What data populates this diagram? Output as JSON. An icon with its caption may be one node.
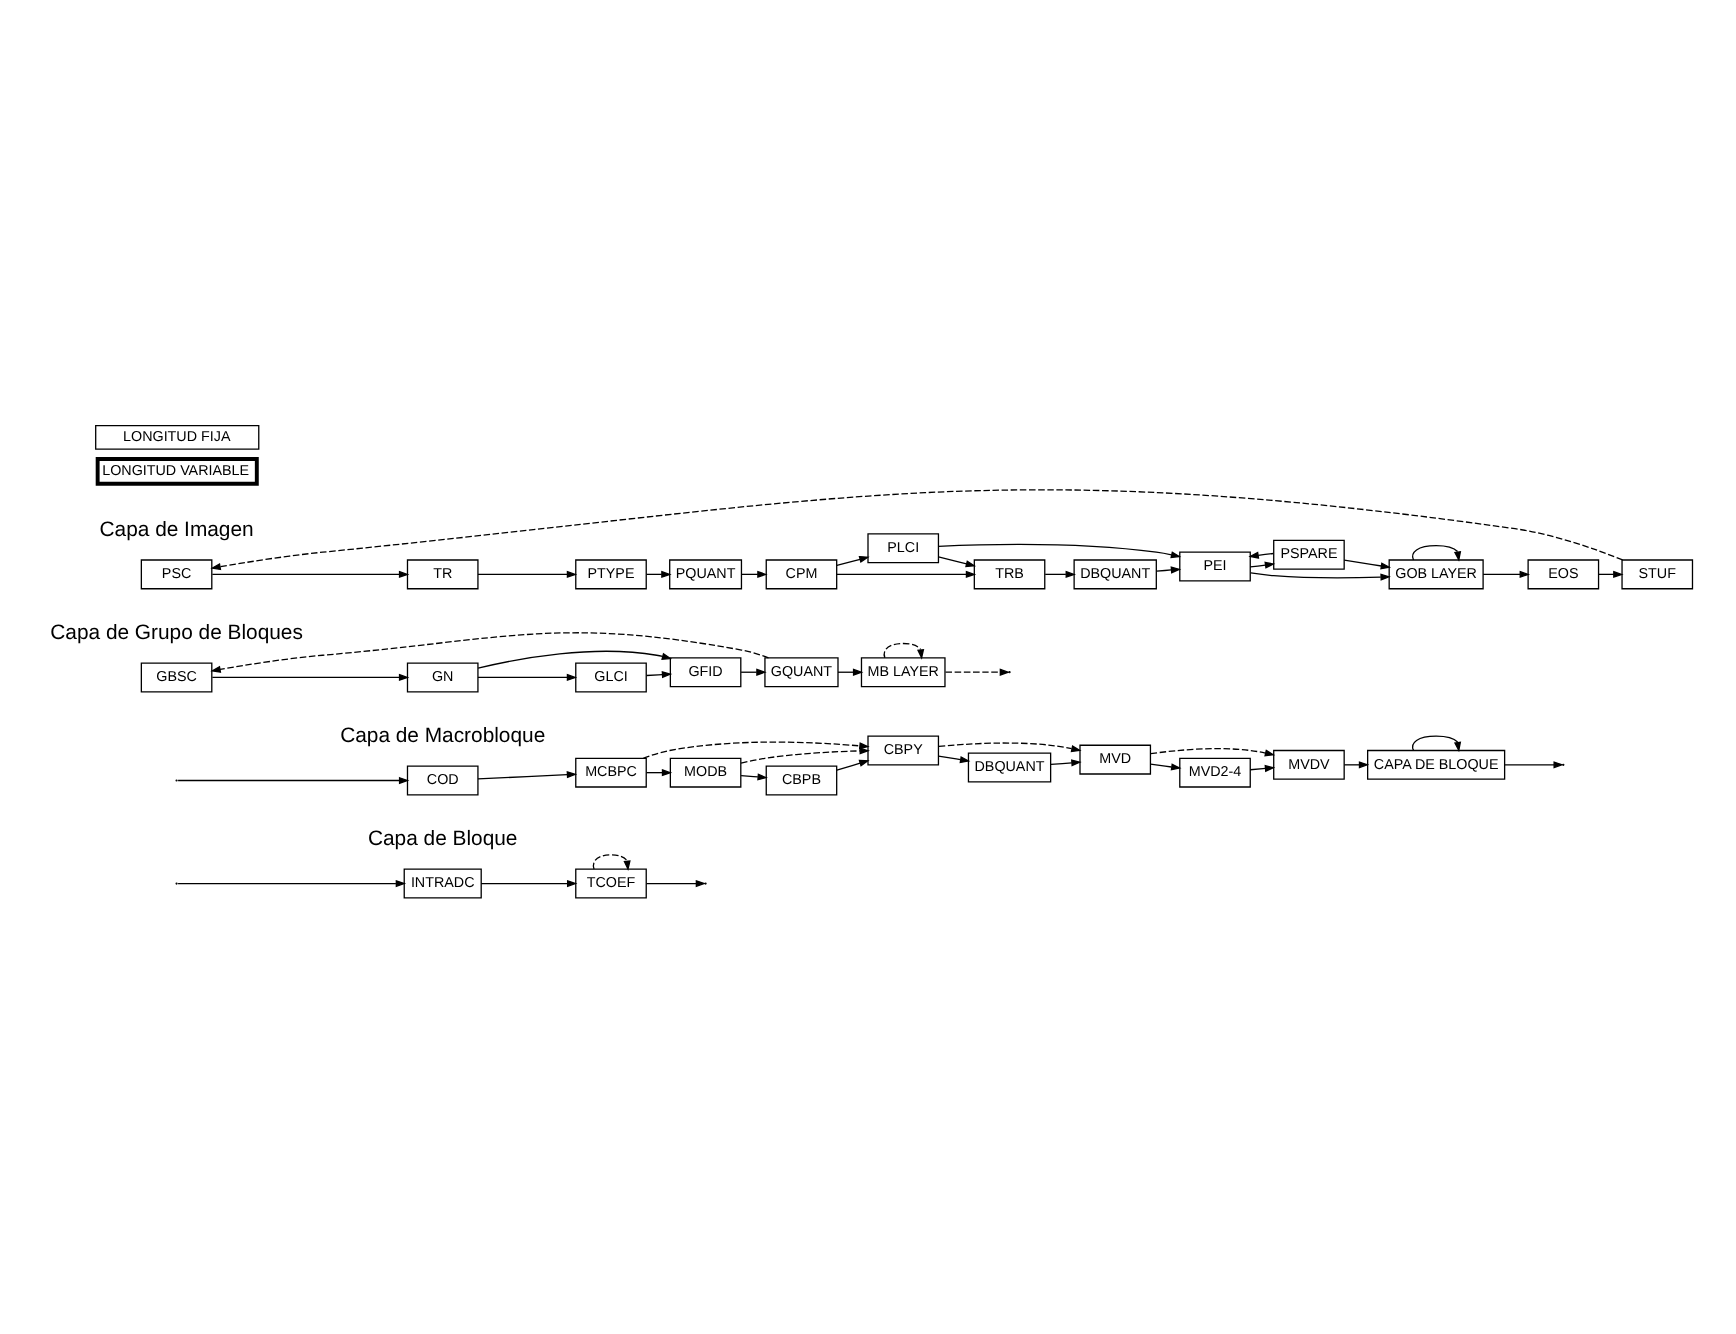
{
  "diagram": {
    "nodes": [
      {
        "text": [
          "PSC"
        ]
      },
      {
        "text": [
          "TR"
        ]
      },
      {
        "text": [
          "PTYPE"
        ]
      },
      {
        "text": [
          "PQUANT"
        ]
      },
      {
        "text": [
          "CPM"
        ]
      },
      {
        "text": [
          "PLCI"
        ]
      },
      {
        "text": [
          "TRB"
        ]
      },
      {
        "text": [
          "DBQUANT"
        ]
      },
      {
        "text": [
          "PEI"
        ]
      },
      {
        "text": [
          "PSPARE"
        ]
      },
      {
        "text": [
          "GOB LAYER"
        ]
      },
      {
        "text": [
          "EOS"
        ]
      },
      {
        "text": [
          "STUF"
        ]
      },
      {
        "text": [
          "GBSC"
        ]
      },
      {
        "text": [
          "GN"
        ]
      },
      {
        "text": [
          "GLCI"
        ]
      },
      {
        "text": [
          "GFID"
        ]
      },
      {
        "text": [
          "GQUANT"
        ]
      },
      {
        "text": [
          "MB LAYER"
        ]
      },
      {
        "text": [
          "COD"
        ]
      },
      {
        "text": [
          "MCBPC"
        ]
      },
      {
        "text": [
          "MODB"
        ]
      },
      {
        "text": [
          "CBPB"
        ]
      },
      {
        "text": [
          "CBPY"
        ]
      },
      {
        "text": [
          "DBQUANT"
        ]
      },
      {
        "text": [
          "MVD"
        ]
      },
      {
        "text": [
          "MVD2-4"
        ]
      },
      {
        "text": [
          "MVDV"
        ]
      },
      {
        "text": [
          "CAPA DE BLOQUE"
        ]
      },
      {
        "text": [
          "INTRADC"
        ]
      },
      {
        "text": [
          "TCOEF"
        ]
      }
    ],
    "edges": [
      {
        "from": 12,
        "to": 0,
        "arrow": "to",
        "style": "dashed"
      },
      {
        "from": 0,
        "to": 1,
        "arrow": "to"
      },
      {
        "from": 1,
        "to": 2,
        "arrow": "to"
      },
      {
        "from": 2,
        "to": 3,
        "arrow": "to"
      },
      {
        "from": 3,
        "to": 4,
        "arrow": "to"
      },
      {
        "from": 4,
        "to": 5,
        "arrow": "to"
      },
      {
        "from": 4,
        "to": 6,
        "arrow": "to"
      },
      {
        "from": 5,
        "to": 6,
        "arrow": "to"
      },
      {
        "from": 5,
        "to": 8,
        "arrow": "to"
      },
      {
        "from": 6,
        "to": 7,
        "arrow": "to"
      },
      {
        "from": 7,
        "to": 8,
        "arrow": "to"
      },
      {
        "from": 8,
        "to": 9,
        "arrow": "to"
      },
      {
        "from": 9,
        "to": 8,
        "arrow": "to"
      },
      {
        "from": 8,
        "to": 10,
        "arrow": "to"
      },
      {
        "from": 9,
        "to": 10,
        "arrow": "to"
      },
      {
        "from": 10,
        "to": 10,
        "arrow": "to"
      },
      {
        "from": 10,
        "to": 11,
        "arrow": "to"
      },
      {
        "from": 11,
        "to": 12,
        "arrow": "to"
      },
      {
        "from": 17,
        "to": 13,
        "arrow": "to",
        "style": "dashed"
      },
      {
        "from": 13,
        "to": 14,
        "arrow": "to"
      },
      {
        "from": 14,
        "to": 15,
        "arrow": "to"
      },
      {
        "from": 14,
        "to": 16,
        "arrow": "to"
      },
      {
        "from": 15,
        "to": 16,
        "arrow": "to"
      },
      {
        "from": 16,
        "to": 17,
        "arrow": "to"
      },
      {
        "from": 17,
        "to": 18,
        "arrow": "to"
      },
      {
        "from": 18,
        "to": 18,
        "arrow": "to",
        "style": "dashed"
      },
      {
        "from": 18,
        "to": null,
        "arrow": "to",
        "style": "dashed"
      },
      {
        "from": null,
        "to": 19,
        "arrow": "to"
      },
      {
        "from": 19,
        "to": 20,
        "arrow": "to"
      },
      {
        "from": 20,
        "to": 21,
        "arrow": "to"
      },
      {
        "from": 20,
        "to": 23,
        "arrow": "to",
        "style": "dashed"
      },
      {
        "from": 21,
        "to": 22,
        "arrow": "to"
      },
      {
        "from": 21,
        "to": 23,
        "arrow": "to",
        "style": "dashed"
      },
      {
        "from": 22,
        "to": 23,
        "arrow": "to"
      },
      {
        "from": 23,
        "to": 24,
        "arrow": "to"
      },
      {
        "from": 23,
        "to": 25,
        "arrow": "to",
        "style": "dashed"
      },
      {
        "from": 24,
        "to": 25,
        "arrow": "to"
      },
      {
        "from": 25,
        "to": 26,
        "arrow": "to"
      },
      {
        "from": 25,
        "to": 27,
        "arrow": "to",
        "style": "dashed"
      },
      {
        "from": 26,
        "to": 27,
        "arrow": "to"
      },
      {
        "from": 27,
        "to": 28,
        "arrow": "to"
      },
      {
        "from": 28,
        "to": 28,
        "arrow": "to"
      },
      {
        "from": 28,
        "to": null,
        "arrow": "to"
      },
      {
        "from": null,
        "to": 29,
        "arrow": "to"
      },
      {
        "from": 29,
        "to": 30,
        "arrow": "to"
      },
      {
        "from": 30,
        "to": 30,
        "arrow": "to",
        "style": "dashed"
      },
      {
        "from": 30,
        "to": null,
        "arrow": "to"
      }
    ],
    "labels": [
      "Capa de Imagen",
      "Capa de Grupo de Bloques",
      "Capa de Macrobloque",
      "Capa de Bloque"
    ],
    "legend": [
      {
        "text": "LONGITUD FIJA"
      },
      {
        "text": "LONGITUD VARIABLE"
      }
    ]
  }
}
